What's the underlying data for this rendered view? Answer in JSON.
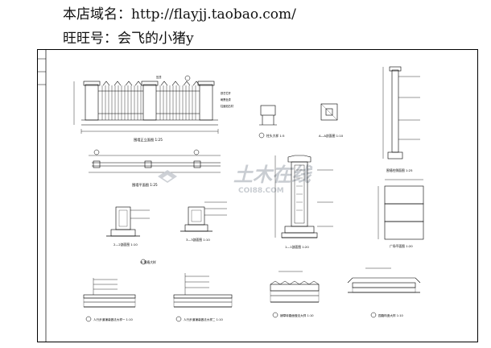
{
  "header": {
    "shop_line": "本店域名：http://flayjj.taobao.com/",
    "wangwang_line": "旺旺号：会飞的小猪y"
  },
  "watermark": {
    "main": "土木在线",
    "sub": "COI88.COM"
  },
  "drawings": {
    "fence_elevation": "围墙正立面图 1:25",
    "fence_plan": "围墙平面图 1:25",
    "column_detail": "柱头大样 1:5",
    "section_aa": "A—A剖面图 1:10",
    "column_side": "围墙柱侧面图 1:25",
    "section_11": "1—1剖面图 1:20",
    "section_22": "2—2剖面图 1:10",
    "section_33": "3—3剖面图 1:10",
    "pier_detail": "③ 围墙大样",
    "paver_plan": "广场平面图 1:20",
    "walk_detail_1": "人行步道铺装做法大样一 1:10",
    "walk_detail_2": "人行步道铺装做法大样二 1:10",
    "curb_detail": "铺草砖路面做法大样 1:10",
    "path_detail": "园路构造大样 1:10"
  },
  "colors": {
    "line": "#000000",
    "watermark": "#c9cdd2",
    "callout": "#3a56c8"
  }
}
